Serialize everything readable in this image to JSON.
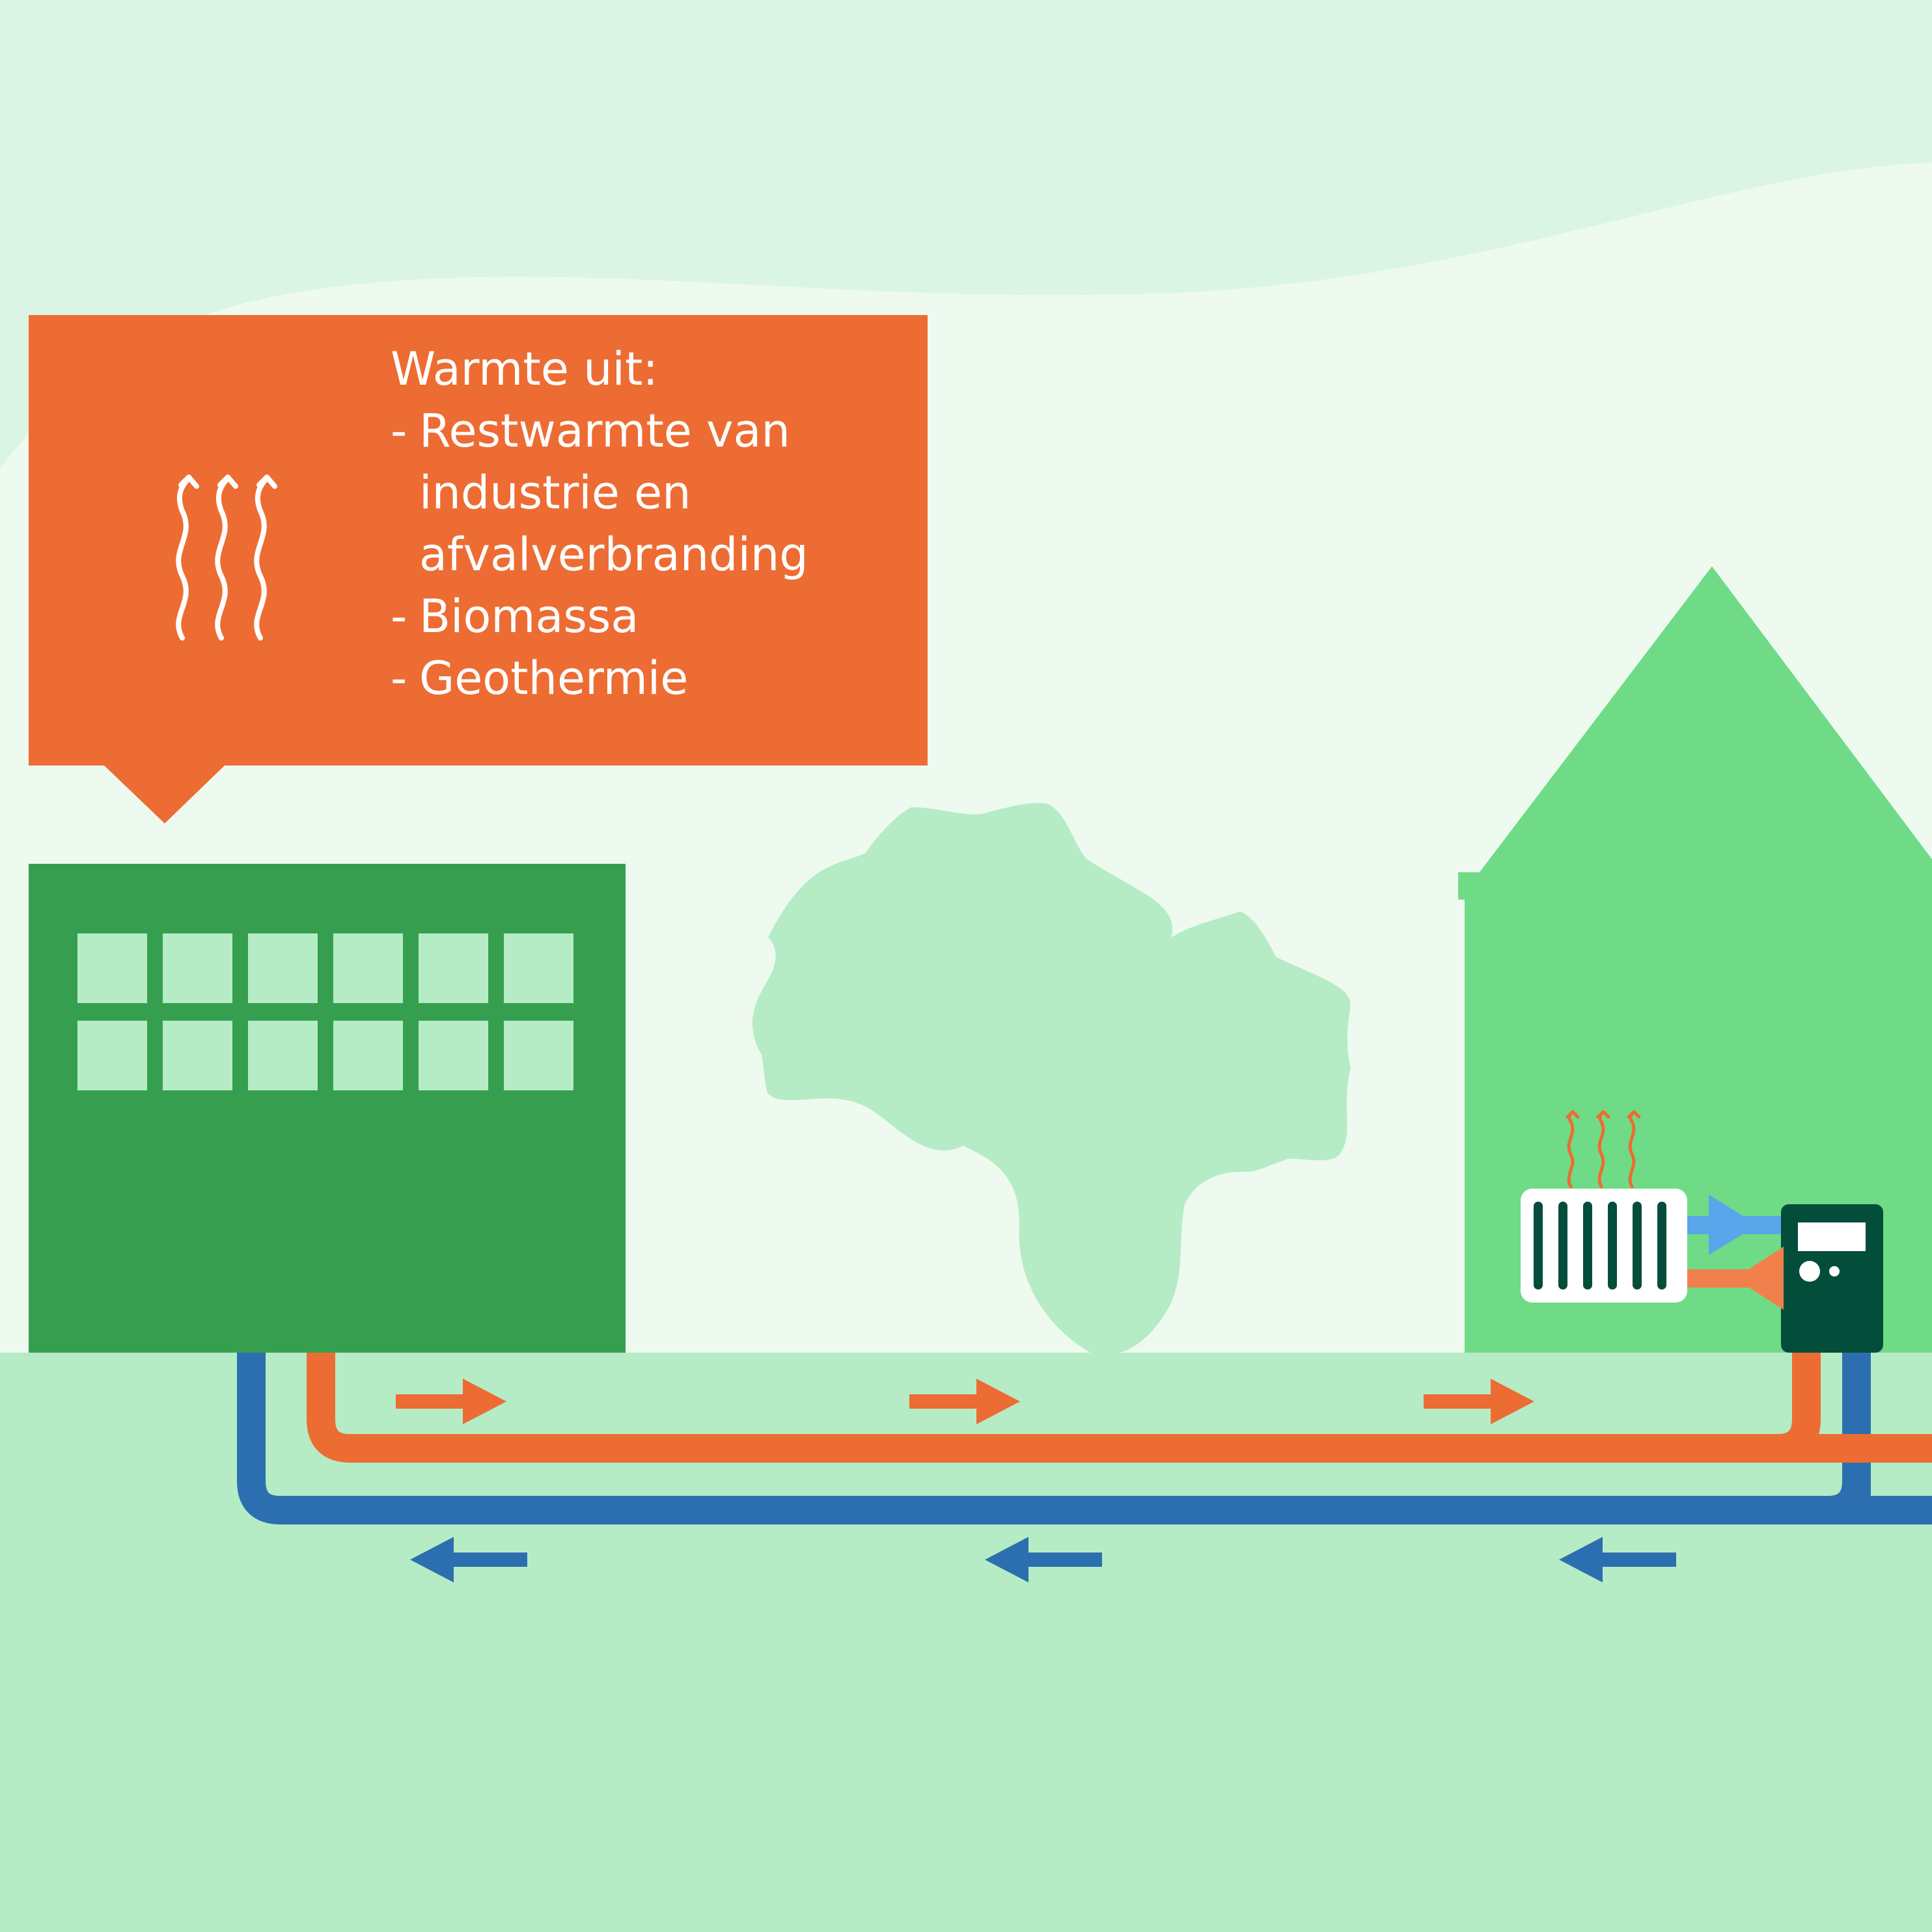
{
  "callout": {
    "heading": "Warmte uit:",
    "items": [
      {
        "dash": "-",
        "lines": [
          "Restwarmte van",
          "industrie en",
          "afvalverbranding"
        ]
      },
      {
        "dash": "-",
        "lines": [
          "Biomassa"
        ]
      },
      {
        "dash": "-",
        "lines": [
          "Geothermie"
        ]
      }
    ]
  },
  "icons": {
    "callout_icon": "heat-waves-icon",
    "radiator_heat_icon": "heat-waves-icon",
    "supply_arrow_icon": "arrow-right-icon",
    "return_arrow_icon": "arrow-left-icon"
  },
  "colors": {
    "sky_top": "#dbf5e5",
    "sky_light": "#eefaf0",
    "ground": "#b5ecc5",
    "callout": "#ed6c33",
    "factory": "#369f4f",
    "factory_window": "#b5ecc5",
    "house": "#6fdb86",
    "tree": "#b5ecc5",
    "supply_pipe": "#ed6c33",
    "return_pipe": "#2c6fb0",
    "heat_exchanger": "#034d3b",
    "radiator_fin": "#034d3b",
    "house_return": "#59a6ea",
    "house_supply": "#f2804d"
  }
}
